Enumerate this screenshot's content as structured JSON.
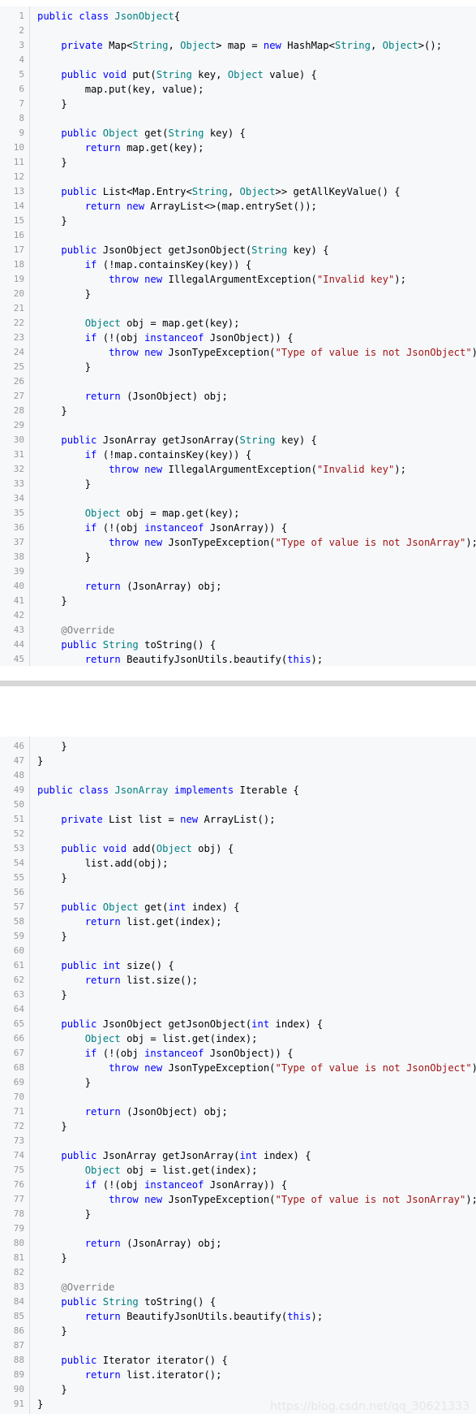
{
  "blocks": [
    {
      "start": 1,
      "lines": [
        [
          [
            "kw",
            "public class "
          ],
          [
            "typ",
            "JsonObject"
          ],
          [
            "",
            "{"
          ]
        ],
        [],
        [
          [
            "",
            "    "
          ],
          [
            "kw",
            "private"
          ],
          [
            "",
            " Map<"
          ],
          [
            "typ",
            "String"
          ],
          [
            "",
            ", "
          ],
          [
            "typ",
            "Object"
          ],
          [
            "",
            "> map = "
          ],
          [
            "kw",
            "new"
          ],
          [
            "",
            " HashMap<"
          ],
          [
            "typ",
            "String"
          ],
          [
            "",
            ", "
          ],
          [
            "typ",
            "Object"
          ],
          [
            "",
            ">();"
          ]
        ],
        [],
        [
          [
            "",
            "    "
          ],
          [
            "kw",
            "public void"
          ],
          [
            "",
            " put("
          ],
          [
            "typ",
            "String"
          ],
          [
            "",
            " key, "
          ],
          [
            "typ",
            "Object"
          ],
          [
            "",
            " value) {"
          ]
        ],
        [
          [
            "",
            "        map.put(key, value);"
          ]
        ],
        [
          [
            "",
            "    }"
          ]
        ],
        [],
        [
          [
            "",
            "    "
          ],
          [
            "kw",
            "public"
          ],
          [
            "",
            " "
          ],
          [
            "typ",
            "Object"
          ],
          [
            "",
            " get("
          ],
          [
            "typ",
            "String"
          ],
          [
            "",
            " key) {"
          ]
        ],
        [
          [
            "",
            "        "
          ],
          [
            "kw",
            "return"
          ],
          [
            "",
            " map.get(key);"
          ]
        ],
        [
          [
            "",
            "    }"
          ]
        ],
        [],
        [
          [
            "",
            "    "
          ],
          [
            "kw",
            "public"
          ],
          [
            "",
            " List<Map.Entry<"
          ],
          [
            "typ",
            "String"
          ],
          [
            "",
            ", "
          ],
          [
            "typ",
            "Object"
          ],
          [
            "",
            ">> getAllKeyValue() {"
          ]
        ],
        [
          [
            "",
            "        "
          ],
          [
            "kw",
            "return new"
          ],
          [
            "",
            " ArrayList<>(map.entrySet());"
          ]
        ],
        [
          [
            "",
            "    }"
          ]
        ],
        [],
        [
          [
            "",
            "    "
          ],
          [
            "kw",
            "public"
          ],
          [
            "",
            " JsonObject getJsonObject("
          ],
          [
            "typ",
            "String"
          ],
          [
            "",
            " key) {"
          ]
        ],
        [
          [
            "",
            "        "
          ],
          [
            "kw",
            "if"
          ],
          [
            "",
            " (!map.containsKey(key)) {"
          ]
        ],
        [
          [
            "",
            "            "
          ],
          [
            "kw",
            "throw new"
          ],
          [
            "",
            " IllegalArgumentException("
          ],
          [
            "str",
            "\"Invalid key\""
          ],
          [
            "",
            ");"
          ]
        ],
        [
          [
            "",
            "        }"
          ]
        ],
        [],
        [
          [
            "",
            "        "
          ],
          [
            "typ",
            "Object"
          ],
          [
            "",
            " obj = map.get(key);"
          ]
        ],
        [
          [
            "",
            "        "
          ],
          [
            "kw",
            "if"
          ],
          [
            "",
            " (!(obj "
          ],
          [
            "kw",
            "instanceof"
          ],
          [
            "",
            " JsonObject)) {"
          ]
        ],
        [
          [
            "",
            "            "
          ],
          [
            "kw",
            "throw new"
          ],
          [
            "",
            " JsonTypeException("
          ],
          [
            "str",
            "\"Type of value is not JsonObject\""
          ],
          [
            "",
            ");"
          ]
        ],
        [
          [
            "",
            "        }"
          ]
        ],
        [],
        [
          [
            "",
            "        "
          ],
          [
            "kw",
            "return"
          ],
          [
            "",
            " (JsonObject) obj;"
          ]
        ],
        [
          [
            "",
            "    }"
          ]
        ],
        [],
        [
          [
            "",
            "    "
          ],
          [
            "kw",
            "public"
          ],
          [
            "",
            " JsonArray getJsonArray("
          ],
          [
            "typ",
            "String"
          ],
          [
            "",
            " key) {"
          ]
        ],
        [
          [
            "",
            "        "
          ],
          [
            "kw",
            "if"
          ],
          [
            "",
            " (!map.containsKey(key)) {"
          ]
        ],
        [
          [
            "",
            "            "
          ],
          [
            "kw",
            "throw new"
          ],
          [
            "",
            " IllegalArgumentException("
          ],
          [
            "str",
            "\"Invalid key\""
          ],
          [
            "",
            ");"
          ]
        ],
        [
          [
            "",
            "        }"
          ]
        ],
        [],
        [
          [
            "",
            "        "
          ],
          [
            "typ",
            "Object"
          ],
          [
            "",
            " obj = map.get(key);"
          ]
        ],
        [
          [
            "",
            "        "
          ],
          [
            "kw",
            "if"
          ],
          [
            "",
            " (!(obj "
          ],
          [
            "kw",
            "instanceof"
          ],
          [
            "",
            " JsonArray)) {"
          ]
        ],
        [
          [
            "",
            "            "
          ],
          [
            "kw",
            "throw new"
          ],
          [
            "",
            " JsonTypeException("
          ],
          [
            "str",
            "\"Type of value is not JsonArray\""
          ],
          [
            "",
            ");"
          ]
        ],
        [
          [
            "",
            "        }"
          ]
        ],
        [],
        [
          [
            "",
            "        "
          ],
          [
            "kw",
            "return"
          ],
          [
            "",
            " (JsonArray) obj;"
          ]
        ],
        [
          [
            "",
            "    }"
          ]
        ],
        [],
        [
          [
            "",
            "    "
          ],
          [
            "ann",
            "@Override"
          ]
        ],
        [
          [
            "",
            "    "
          ],
          [
            "kw",
            "public"
          ],
          [
            "",
            " "
          ],
          [
            "typ",
            "String"
          ],
          [
            "",
            " toString() {"
          ]
        ],
        [
          [
            "",
            "        "
          ],
          [
            "kw",
            "return"
          ],
          [
            "",
            " BeautifyJsonUtils.beautify("
          ],
          [
            "kw",
            "this"
          ],
          [
            "",
            ");"
          ]
        ]
      ]
    },
    {
      "start": 46,
      "lines": [
        [
          [
            "",
            "    }"
          ]
        ],
        [
          [
            "",
            "}"
          ]
        ],
        [],
        [
          [
            "kw",
            "public class "
          ],
          [
            "typ",
            "JsonArray"
          ],
          [
            "",
            " "
          ],
          [
            "kw",
            "implements"
          ],
          [
            "",
            " Iterable {"
          ]
        ],
        [],
        [
          [
            "",
            "    "
          ],
          [
            "kw",
            "private"
          ],
          [
            "",
            " List list = "
          ],
          [
            "kw",
            "new"
          ],
          [
            "",
            " ArrayList();"
          ]
        ],
        [],
        [
          [
            "",
            "    "
          ],
          [
            "kw",
            "public void"
          ],
          [
            "",
            " add("
          ],
          [
            "typ",
            "Object"
          ],
          [
            "",
            " obj) {"
          ]
        ],
        [
          [
            "",
            "        list.add(obj);"
          ]
        ],
        [
          [
            "",
            "    }"
          ]
        ],
        [],
        [
          [
            "",
            "    "
          ],
          [
            "kw",
            "public"
          ],
          [
            "",
            " "
          ],
          [
            "typ",
            "Object"
          ],
          [
            "",
            " get("
          ],
          [
            "kw",
            "int"
          ],
          [
            "",
            " index) {"
          ]
        ],
        [
          [
            "",
            "        "
          ],
          [
            "kw",
            "return"
          ],
          [
            "",
            " list.get(index);"
          ]
        ],
        [
          [
            "",
            "    }"
          ]
        ],
        [],
        [
          [
            "",
            "    "
          ],
          [
            "kw",
            "public int"
          ],
          [
            "",
            " size() {"
          ]
        ],
        [
          [
            "",
            "        "
          ],
          [
            "kw",
            "return"
          ],
          [
            "",
            " list.size();"
          ]
        ],
        [
          [
            "",
            "    }"
          ]
        ],
        [],
        [
          [
            "",
            "    "
          ],
          [
            "kw",
            "public"
          ],
          [
            "",
            " JsonObject getJsonObject("
          ],
          [
            "kw",
            "int"
          ],
          [
            "",
            " index) {"
          ]
        ],
        [
          [
            "",
            "        "
          ],
          [
            "typ",
            "Object"
          ],
          [
            "",
            " obj = list.get(index);"
          ]
        ],
        [
          [
            "",
            "        "
          ],
          [
            "kw",
            "if"
          ],
          [
            "",
            " (!(obj "
          ],
          [
            "kw",
            "instanceof"
          ],
          [
            "",
            " JsonObject)) {"
          ]
        ],
        [
          [
            "",
            "            "
          ],
          [
            "kw",
            "throw new"
          ],
          [
            "",
            " JsonTypeException("
          ],
          [
            "str",
            "\"Type of value is not JsonObject\""
          ],
          [
            "",
            ");"
          ]
        ],
        [
          [
            "",
            "        }"
          ]
        ],
        [],
        [
          [
            "",
            "        "
          ],
          [
            "kw",
            "return"
          ],
          [
            "",
            " (JsonObject) obj;"
          ]
        ],
        [
          [
            "",
            "    }"
          ]
        ],
        [],
        [
          [
            "",
            "    "
          ],
          [
            "kw",
            "public"
          ],
          [
            "",
            " JsonArray getJsonArray("
          ],
          [
            "kw",
            "int"
          ],
          [
            "",
            " index) {"
          ]
        ],
        [
          [
            "",
            "        "
          ],
          [
            "typ",
            "Object"
          ],
          [
            "",
            " obj = list.get(index);"
          ]
        ],
        [
          [
            "",
            "        "
          ],
          [
            "kw",
            "if"
          ],
          [
            "",
            " (!(obj "
          ],
          [
            "kw",
            "instanceof"
          ],
          [
            "",
            " JsonArray)) {"
          ]
        ],
        [
          [
            "",
            "            "
          ],
          [
            "kw",
            "throw new"
          ],
          [
            "",
            " JsonTypeException("
          ],
          [
            "str",
            "\"Type of value is not JsonArray\""
          ],
          [
            "",
            ");"
          ]
        ],
        [
          [
            "",
            "        }"
          ]
        ],
        [],
        [
          [
            "",
            "        "
          ],
          [
            "kw",
            "return"
          ],
          [
            "",
            " (JsonArray) obj;"
          ]
        ],
        [
          [
            "",
            "    }"
          ]
        ],
        [],
        [
          [
            "",
            "    "
          ],
          [
            "ann",
            "@Override"
          ]
        ],
        [
          [
            "",
            "    "
          ],
          [
            "kw",
            "public"
          ],
          [
            "",
            " "
          ],
          [
            "typ",
            "String"
          ],
          [
            "",
            " toString() {"
          ]
        ],
        [
          [
            "",
            "        "
          ],
          [
            "kw",
            "return"
          ],
          [
            "",
            " BeautifyJsonUtils.beautify("
          ],
          [
            "kw",
            "this"
          ],
          [
            "",
            ");"
          ]
        ],
        [
          [
            "",
            "    }"
          ]
        ],
        [],
        [
          [
            "",
            "    "
          ],
          [
            "kw",
            "public"
          ],
          [
            "",
            " Iterator iterator() {"
          ]
        ],
        [
          [
            "",
            "        "
          ],
          [
            "kw",
            "return"
          ],
          [
            "",
            " list.iterator();"
          ]
        ],
        [
          [
            "",
            "    }"
          ]
        ],
        [
          [
            "",
            "}"
          ]
        ]
      ]
    }
  ],
  "watermark": "https://blog.csdn.net/qq_30621333",
  "colors": {
    "keyword": "#0000ff",
    "type": "#008080",
    "string": "#a31515",
    "annotation": "#808080",
    "line_number": "#999999",
    "code_background": "#f6f8fa"
  }
}
